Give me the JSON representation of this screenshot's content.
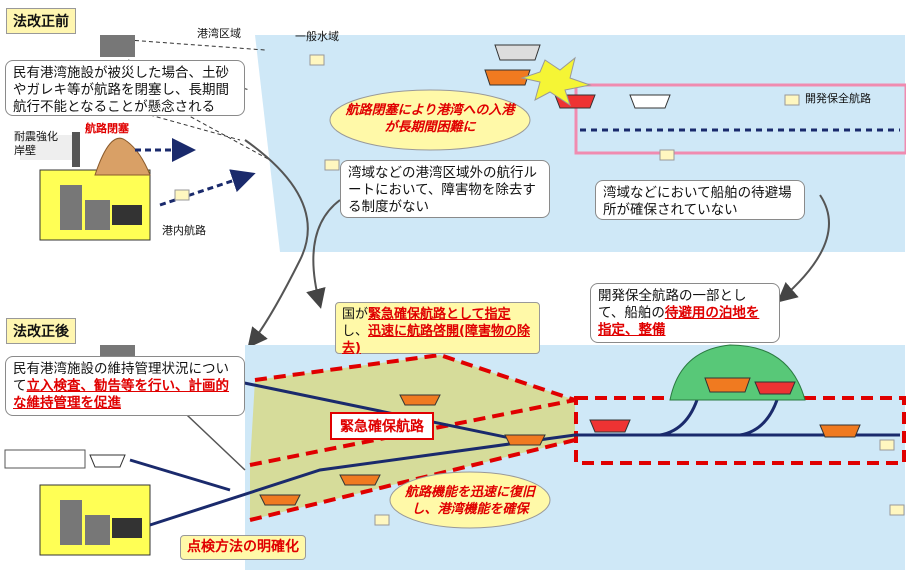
{
  "sections": {
    "before": "法改正前",
    "after": "法改正後"
  },
  "labels": {
    "port_area": "港湾区域",
    "general_water": "一般水域",
    "dev_route": "開発保全航路",
    "route_blocked": "航路閉塞",
    "seismic_wall": "耐震強化岸壁",
    "inner_route": "港内航路",
    "emergency_route": "緊急確保航路"
  },
  "boxes": {
    "before_left": "民有港湾施設が被災した場合、土砂やガレキ等が航路を閉塞し、長期間航行不能となることが懸念される",
    "before_mid": "湾域などの港湾区域外の航行ルートにおいて、障害物を除去する制度がない",
    "before_right": "湾域などにおいて船舶の待避場所が確保されていない",
    "after_left_pre": "民有港湾施設の維持管理状況について",
    "after_left_red": "立入検査、勧告等を行い、計画的な維持管理を促進",
    "after_mid_pre": "国が",
    "after_mid_red1": "緊急確保航路として指定",
    "after_mid_mid": "し、",
    "after_mid_red2": "迅速に航路啓開(障害物の除去)",
    "after_right_pre": "開発保全航路の一部として、船舶の",
    "after_right_red": "待避用の泊地を指定、整備",
    "inspection": "点検方法の明確化"
  },
  "clouds": {
    "before": "航路閉塞により港湾への入港が長期間困難に",
    "after": "航路機能を迅速に復旧し、港湾機能を確保"
  }
}
